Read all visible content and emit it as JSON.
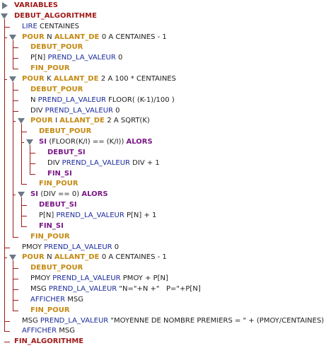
{
  "colors": {
    "root": "#a11a1a",
    "loop": "#c58a13",
    "condition": "#7a1a86",
    "instruction": "#1a2a9a",
    "text": "#1c1c1c",
    "toggle": "#6c7886"
  },
  "icons": {
    "expanded": "caret-down-icon",
    "collapsed": "caret-right-icon"
  },
  "tree": [
    {
      "id": "variables",
      "depth": 0,
      "toggle": "closed",
      "parts": [
        {
          "t": "VARIABLES",
          "s": "root",
          "b": true
        }
      ]
    },
    {
      "id": "debut-algorithme",
      "depth": 0,
      "toggle": "open",
      "parts": [
        {
          "t": "DEBUT_ALGORITHME",
          "s": "root",
          "b": true
        }
      ]
    },
    {
      "id": "lire",
      "depth": 1,
      "parts": [
        {
          "t": "LIRE ",
          "s": "instr"
        },
        {
          "t": "CENTAINES",
          "s": "text"
        }
      ]
    },
    {
      "id": "pour-1",
      "depth": 1,
      "toggle": "open",
      "parts": [
        {
          "t": "POUR ",
          "s": "loop",
          "b": true
        },
        {
          "t": "N ",
          "s": "text"
        },
        {
          "t": "ALLANT_DE ",
          "s": "loop",
          "b": true
        },
        {
          "t": "0 A CENTAINES - 1",
          "s": "text"
        }
      ]
    },
    {
      "id": "debut-pour-1",
      "depth": 2,
      "parts": [
        {
          "t": "DEBUT_POUR",
          "s": "loop",
          "b": true
        }
      ]
    },
    {
      "id": "affect-p",
      "depth": 2,
      "parts": [
        {
          "t": "P[N] ",
          "s": "text"
        },
        {
          "t": "PREND_LA_VALEUR ",
          "s": "instr"
        },
        {
          "t": "0",
          "s": "text"
        }
      ]
    },
    {
      "id": "fin-pour-1",
      "depth": 2,
      "parts": [
        {
          "t": "FIN_POUR",
          "s": "loop",
          "b": true
        }
      ]
    },
    {
      "id": "pour-2",
      "depth": 1,
      "toggle": "open",
      "parts": [
        {
          "t": "POUR ",
          "s": "loop",
          "b": true
        },
        {
          "t": "K ",
          "s": "text"
        },
        {
          "t": "ALLANT_DE ",
          "s": "loop",
          "b": true
        },
        {
          "t": "2 A 100 * CENTAINES",
          "s": "text"
        }
      ]
    },
    {
      "id": "debut-pour-2",
      "depth": 2,
      "parts": [
        {
          "t": "DEBUT_POUR",
          "s": "loop",
          "b": true
        }
      ]
    },
    {
      "id": "affect-n",
      "depth": 2,
      "parts": [
        {
          "t": "N ",
          "s": "text"
        },
        {
          "t": "PREND_LA_VALEUR ",
          "s": "instr"
        },
        {
          "t": "FLOOR( (K-1)/100 )",
          "s": "text"
        }
      ]
    },
    {
      "id": "affect-div",
      "depth": 2,
      "parts": [
        {
          "t": "DIV ",
          "s": "text"
        },
        {
          "t": "PREND_LA_VALEUR ",
          "s": "instr"
        },
        {
          "t": "0",
          "s": "text"
        }
      ]
    },
    {
      "id": "pour-3",
      "depth": 2,
      "toggle": "open",
      "parts": [
        {
          "t": "POUR ",
          "s": "loop",
          "b": true
        },
        {
          "t": "I ",
          "s": "text"
        },
        {
          "t": "ALLANT_DE ",
          "s": "loop",
          "b": true
        },
        {
          "t": "2 A SQRT(K)",
          "s": "text"
        }
      ]
    },
    {
      "id": "debut-pour-3",
      "depth": 3,
      "parts": [
        {
          "t": "DEBUT_POUR",
          "s": "loop",
          "b": true
        }
      ]
    },
    {
      "id": "si-1",
      "depth": 3,
      "toggle": "open",
      "parts": [
        {
          "t": "SI ",
          "s": "cond",
          "b": true
        },
        {
          "t": "(FLOOR(K/I) == (K/I)) ",
          "s": "text"
        },
        {
          "t": "ALORS",
          "s": "cond",
          "b": true
        }
      ]
    },
    {
      "id": "debut-si-1",
      "depth": 4,
      "parts": [
        {
          "t": "DEBUT_SI",
          "s": "cond",
          "b": true
        }
      ]
    },
    {
      "id": "affect-div-inc",
      "depth": 4,
      "parts": [
        {
          "t": "DIV ",
          "s": "text"
        },
        {
          "t": "PREND_LA_VALEUR ",
          "s": "instr"
        },
        {
          "t": "DIV + 1",
          "s": "text"
        }
      ]
    },
    {
      "id": "fin-si-1",
      "depth": 4,
      "parts": [
        {
          "t": "FIN_SI",
          "s": "cond",
          "b": true
        }
      ]
    },
    {
      "id": "fin-pour-3",
      "depth": 3,
      "parts": [
        {
          "t": "FIN_POUR",
          "s": "loop",
          "b": true
        }
      ]
    },
    {
      "id": "si-2",
      "depth": 2,
      "toggle": "open",
      "parts": [
        {
          "t": "SI ",
          "s": "cond",
          "b": true
        },
        {
          "t": "(DIV == 0) ",
          "s": "text"
        },
        {
          "t": "ALORS",
          "s": "cond",
          "b": true
        }
      ]
    },
    {
      "id": "debut-si-2",
      "depth": 3,
      "parts": [
        {
          "t": "DEBUT_SI",
          "s": "cond",
          "b": true
        }
      ]
    },
    {
      "id": "affect-p-inc",
      "depth": 3,
      "parts": [
        {
          "t": "P[N] ",
          "s": "text"
        },
        {
          "t": "PREND_LA_VALEUR ",
          "s": "instr"
        },
        {
          "t": "P[N] + 1",
          "s": "text"
        }
      ]
    },
    {
      "id": "fin-si-2",
      "depth": 3,
      "parts": [
        {
          "t": "FIN_SI",
          "s": "cond",
          "b": true
        }
      ]
    },
    {
      "id": "fin-pour-2",
      "depth": 2,
      "parts": [
        {
          "t": "FIN_POUR",
          "s": "loop",
          "b": true
        }
      ]
    },
    {
      "id": "affect-pmoy",
      "depth": 1,
      "parts": [
        {
          "t": "PMOY ",
          "s": "text"
        },
        {
          "t": "PREND_LA_VALEUR ",
          "s": "instr"
        },
        {
          "t": "0",
          "s": "text"
        }
      ]
    },
    {
      "id": "pour-4",
      "depth": 1,
      "toggle": "open",
      "parts": [
        {
          "t": "POUR ",
          "s": "loop",
          "b": true
        },
        {
          "t": "N ",
          "s": "text"
        },
        {
          "t": "ALLANT_DE ",
          "s": "loop",
          "b": true
        },
        {
          "t": "0 A CENTAINES - 1",
          "s": "text"
        }
      ]
    },
    {
      "id": "debut-pour-4",
      "depth": 2,
      "parts": [
        {
          "t": "DEBUT_POUR",
          "s": "loop",
          "b": true
        }
      ]
    },
    {
      "id": "affect-pmoy-sum",
      "depth": 2,
      "parts": [
        {
          "t": "PMOY ",
          "s": "text"
        },
        {
          "t": "PREND_LA_VALEUR ",
          "s": "instr"
        },
        {
          "t": "PMOY + P[N]",
          "s": "text"
        }
      ]
    },
    {
      "id": "affect-msg-1",
      "depth": 2,
      "parts": [
        {
          "t": "MSG ",
          "s": "text"
        },
        {
          "t": "PREND_LA_VALEUR ",
          "s": "instr"
        },
        {
          "t": "\"N=\"+N +\"   P=\"+P[N]",
          "s": "text"
        }
      ]
    },
    {
      "id": "afficher-1",
      "depth": 2,
      "parts": [
        {
          "t": "AFFICHER ",
          "s": "instr"
        },
        {
          "t": "MSG",
          "s": "text"
        }
      ]
    },
    {
      "id": "fin-pour-4",
      "depth": 2,
      "parts": [
        {
          "t": "FIN_POUR",
          "s": "loop",
          "b": true
        }
      ]
    },
    {
      "id": "affect-msg-2",
      "depth": 1,
      "parts": [
        {
          "t": "MSG ",
          "s": "text"
        },
        {
          "t": "PREND_LA_VALEUR ",
          "s": "instr"
        },
        {
          "t": "\"MOYENNE DE NOMBRE PREMIERS = \" + (PMOY/CENTAINES)",
          "s": "text"
        }
      ]
    },
    {
      "id": "afficher-2",
      "depth": 1,
      "parts": [
        {
          "t": "AFFICHER ",
          "s": "instr"
        },
        {
          "t": "MSG",
          "s": "text"
        }
      ]
    },
    {
      "id": "fin-algorithme",
      "depth": 0,
      "parts": [
        {
          "t": "FIN_ALGORITHME",
          "s": "root",
          "b": true
        }
      ]
    }
  ]
}
